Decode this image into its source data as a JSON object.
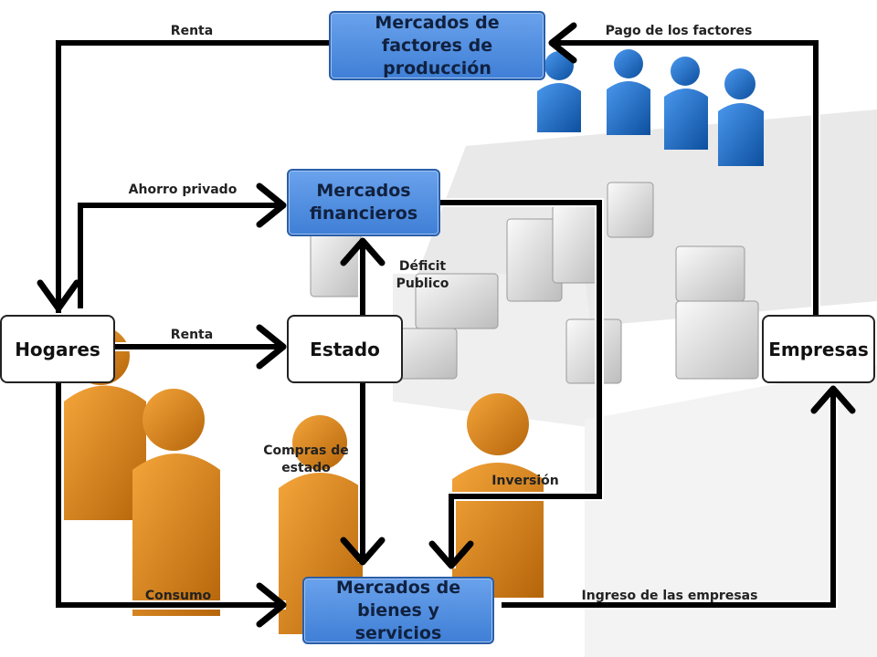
{
  "nodes": {
    "factor_markets": "Mercados de factores de producción",
    "financial_markets": "Mercados financieros",
    "households": "Hogares",
    "state": "Estado",
    "firms": "Empresas",
    "goods_markets": "Mercados de bienes y servicios"
  },
  "edges": {
    "income_top": "Renta",
    "factor_payment": "Pago de los factores",
    "private_saving": "Ahorro privado",
    "income_state": "Renta",
    "deficit": "Déficit Publico",
    "state_purchases": "Compras de estado",
    "investment": "Inversión",
    "consumption": "Consumo",
    "firm_revenue": "Ingreso de las empresas"
  },
  "colors": {
    "node_blue": "#4f8fe3",
    "person_blue": "#1f6fc9",
    "person_orange": "#e08a14",
    "arrow": "#000000"
  }
}
